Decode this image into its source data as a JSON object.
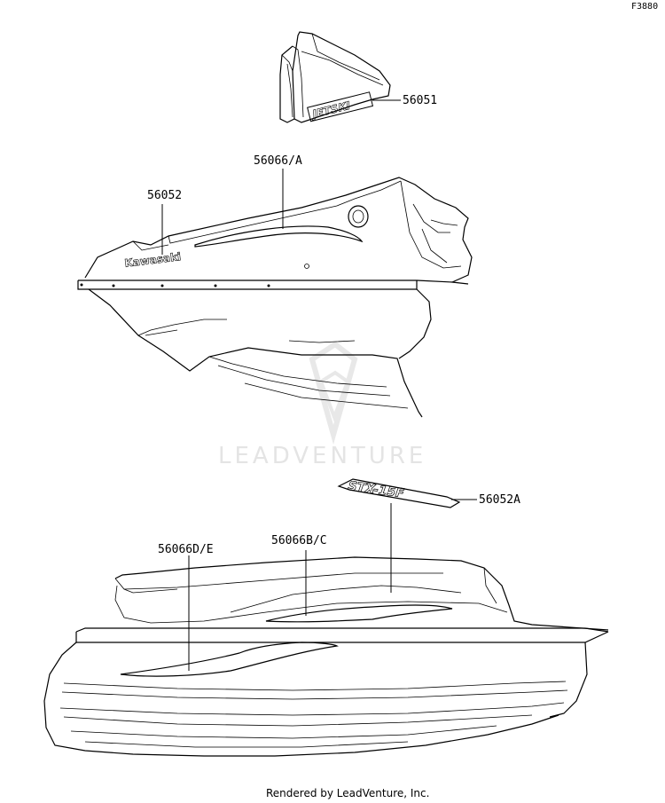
{
  "diagram_code": "F3880",
  "watermark": "LEADVENTURE",
  "footer": "Rendered by LeadVenture, Inc.",
  "decals": {
    "jetski_text": "JETSKI",
    "kawasaki_text": "Kawasaki",
    "stx_text": "STX-15F"
  },
  "callouts": [
    {
      "id": "56051",
      "label": "56051"
    },
    {
      "id": "56066A",
      "label": "56066/A"
    },
    {
      "id": "56052",
      "label": "56052"
    },
    {
      "id": "56052A",
      "label": "56052A"
    },
    {
      "id": "56066BC",
      "label": "56066B/C"
    },
    {
      "id": "56066DE",
      "label": "56066D/E"
    }
  ]
}
